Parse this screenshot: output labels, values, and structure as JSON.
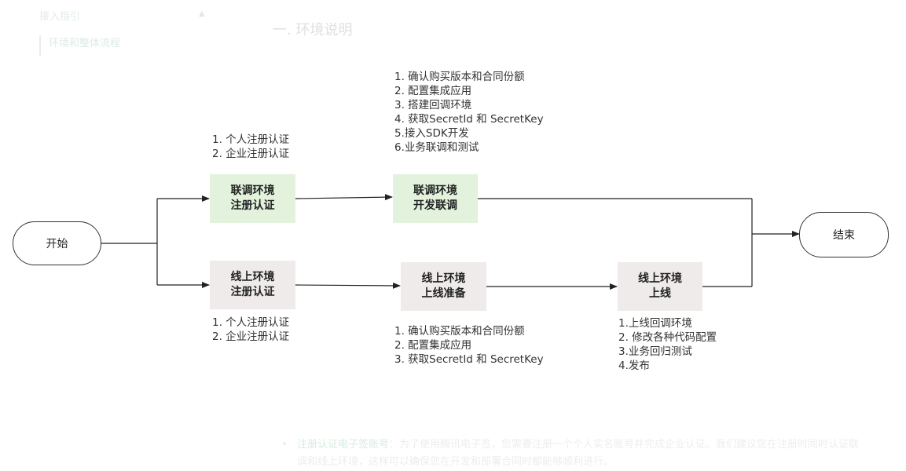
{
  "background": {
    "nav_title": "接入指引",
    "nav_caret": "▲",
    "nav_sub": "环境和整体流程",
    "heading": "一. 环境说明",
    "bullet_label": "注册认证电子签账号",
    "bullet_text": "：为了使用腾讯电子签，您需要注册一个个人实名账号并完成企业认证。我们建议您在注册时同时认证联调和线上环境，这样可以确保您在开发和部署合同时都能够顺利进行。"
  },
  "diagram": {
    "start": "开始",
    "end": "结束",
    "dev_register": {
      "line1": "联调环境",
      "line2": "注册认证"
    },
    "dev_integrate": {
      "line1": "联调环境",
      "line2": "开发联调"
    },
    "prod_register": {
      "line1": "线上环境",
      "line2": "注册认证"
    },
    "prod_prepare": {
      "line1": "线上环境",
      "line2": "上线准备"
    },
    "prod_launch": {
      "line1": "线上环境",
      "line2": "上线"
    },
    "notes": {
      "dev_register": [
        "1. 个人注册认证",
        "2. 企业注册认证"
      ],
      "dev_integrate": [
        "1. 确认购买版本和合同份额",
        "2. 配置集成应用",
        "3. 搭建回调环境",
        "4. 获取SecretId 和 SecretKey",
        "5.接入SDK开发",
        "6.业务联调和测试"
      ],
      "prod_register": [
        "1. 个人注册认证",
        "2. 企业注册认证"
      ],
      "prod_prepare": [
        "1. 确认购买版本和合同份额",
        "2. 配置集成应用",
        "3. 获取SecretId 和 SecretKey"
      ],
      "prod_launch": [
        "1.上线回调环境",
        "2. 修改各种代码配置",
        "3.业务回归测试",
        "4.发布"
      ]
    }
  }
}
